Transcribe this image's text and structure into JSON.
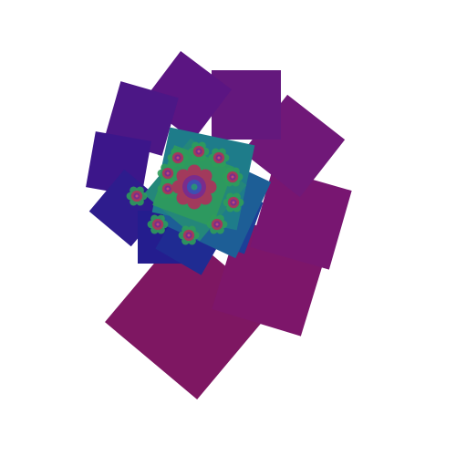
{
  "artwork": {
    "kind": "recursive rotating square spiral fractal",
    "background_color": "#ffffff",
    "palette": {
      "outer_colors": [
        "#7e1762",
        "#7d166a",
        "#781671",
        "#701878",
        "#64187d",
        "#5b1582",
        "#4c1786",
        "#3c168a",
        "#2e1c8d",
        "#241d8e",
        "#1f2b92",
        "#1c3f98"
      ],
      "teal": "#1e7c8a",
      "green": "#2f9c5a",
      "center_red": "#a23a5c",
      "center_purple": "#7b2c8c"
    },
    "outer_ring_square_count": 12,
    "inner_flower_count": 8
  }
}
